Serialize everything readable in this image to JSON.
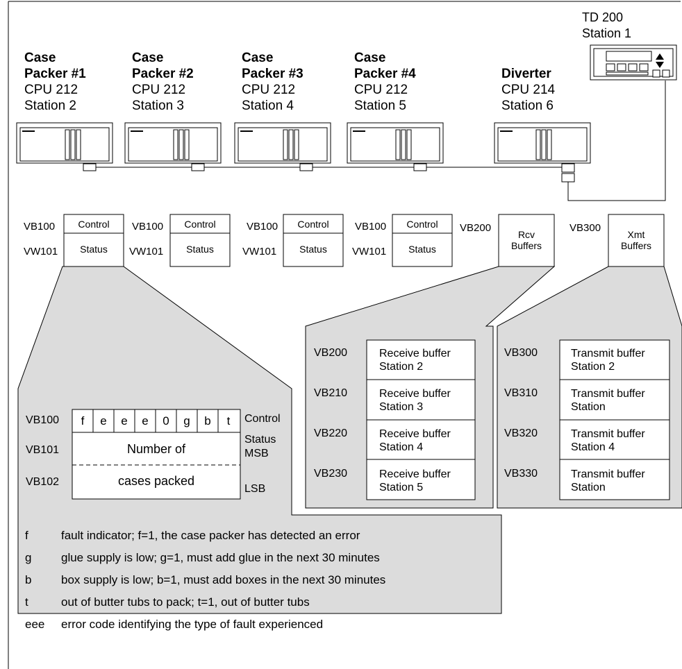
{
  "terminal": {
    "name": "TD 200",
    "station": "Station 1"
  },
  "stations": [
    {
      "name_line1": "Case",
      "name_line2": "Packer #1",
      "cpu": "CPU 212",
      "station": "Station 2"
    },
    {
      "name_line1": "Case",
      "name_line2": "Packer #2",
      "cpu": "CPU 212",
      "station": "Station 3"
    },
    {
      "name_line1": "Case",
      "name_line2": "Packer #3",
      "cpu": "CPU 212",
      "station": "Station 4"
    },
    {
      "name_line1": "Case",
      "name_line2": "Packer #4",
      "cpu": "CPU 212",
      "station": "Station 5"
    },
    {
      "name_line1": "",
      "name_line2": "Diverter",
      "cpu": "CPU 214",
      "station": "Station 6"
    }
  ],
  "memory_boxes": [
    {
      "addr1": "VB100",
      "addr2": "VW101",
      "top": "Control",
      "bottom": "Status"
    },
    {
      "addr1": "VB100",
      "addr2": "VW101",
      "top": "Control",
      "bottom": "Status"
    },
    {
      "addr1": "VB100",
      "addr2": "VW101",
      "top": "Control",
      "bottom": "Status"
    },
    {
      "addr1": "VB100",
      "addr2": "VW101",
      "top": "Control",
      "bottom": "Status"
    }
  ],
  "rcv": {
    "addr": "VB200",
    "line1": "Rcv",
    "line2": "Buffers"
  },
  "xmt": {
    "addr": "VB300",
    "line1": "Xmt",
    "line2": "Buffers"
  },
  "receive_buffers": [
    {
      "addr": "VB200",
      "line1": "Receive buffer",
      "line2": "Station 2"
    },
    {
      "addr": "VB210",
      "line1": "Receive buffer",
      "line2": "Station 3"
    },
    {
      "addr": "VB220",
      "line1": "Receive buffer",
      "line2": "Station 4"
    },
    {
      "addr": "VB230",
      "line1": "Receive buffer",
      "line2": "Station 5"
    }
  ],
  "transmit_buffers": [
    {
      "addr": "VB300",
      "line1": "Transmit buffer",
      "line2": "Station 2"
    },
    {
      "addr": "VB310",
      "line1": "Transmit buffer",
      "line2": "Station"
    },
    {
      "addr": "VB320",
      "line1": "Transmit buffer",
      "line2": "Station 4"
    },
    {
      "addr": "VB330",
      "line1": "Transmit buffer",
      "line2": "Station"
    }
  ],
  "detail": {
    "rows": [
      {
        "addr": "VB100",
        "right": "Control"
      },
      {
        "addr": "VB101",
        "right1": "Status",
        "right2": "MSB"
      },
      {
        "addr": "VB102",
        "right": "LSB"
      }
    ],
    "bits": [
      "f",
      "e",
      "e",
      "e",
      "0",
      "g",
      "b",
      "t"
    ],
    "number_of": "Number of",
    "cases_packed": "cases packed"
  },
  "legend": [
    {
      "key": "f",
      "text": "fault indicator; f=1, the case packer has detected an error"
    },
    {
      "key": "g",
      "text": "glue supply is low; g=1, must add glue in the next 30 minutes"
    },
    {
      "key": "b",
      "text": "box supply is low; b=1, must add boxes in the next 30 minutes"
    },
    {
      "key": "t",
      "text": "out of butter tubs to pack; t=1, out of butter tubs"
    },
    {
      "key": "eee",
      "text": "error code identifying the type of fault experienced"
    }
  ]
}
